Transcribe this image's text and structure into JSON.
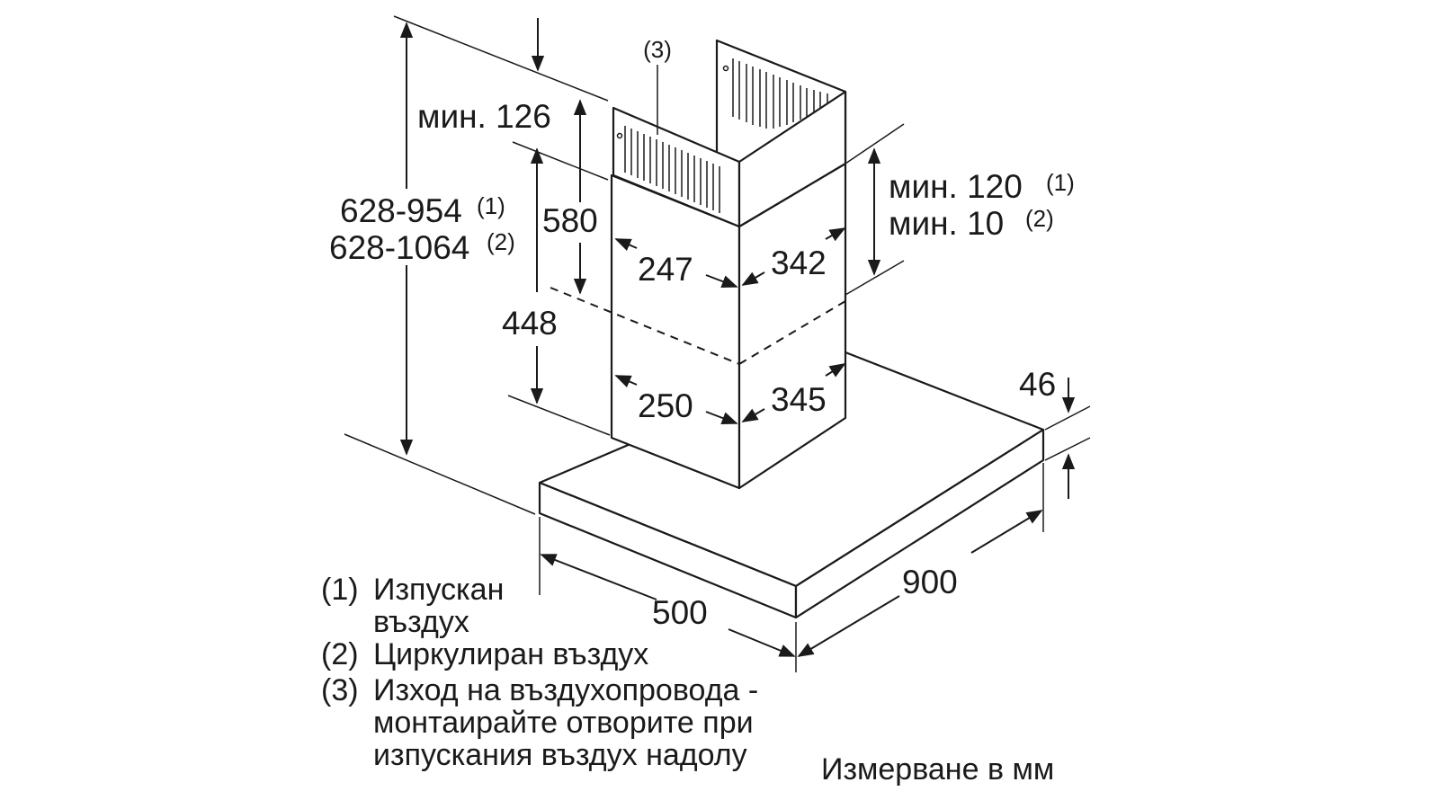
{
  "diagram": {
    "title_note": "Измерване в мм",
    "callout_3": "(3)",
    "dimensions": {
      "min_126": "мин. 126",
      "total_range_1": "628-954",
      "total_range_1_ref": "(1)",
      "total_range_2": "628-1064",
      "total_range_2_ref": "(2)",
      "d580": "580",
      "d448": "448",
      "d247": "247",
      "d342": "342",
      "d250": "250",
      "d345": "345",
      "min_120": "мин. 120",
      "min_120_ref": "(1)",
      "min_10": "мин. 10",
      "min_10_ref": "(2)",
      "d46": "46",
      "d500": "500",
      "d900": "900"
    },
    "legend": [
      {
        "num": "(1)",
        "lines": [
          "Изпускан",
          "въздух"
        ]
      },
      {
        "num": "(2)",
        "lines": [
          "Циркулиран въздух"
        ]
      },
      {
        "num": "(3)",
        "lines": [
          "Изход на въздухопровода -",
          "монтаирайте отворите при",
          "изпускания въздух надолу"
        ]
      }
    ]
  }
}
